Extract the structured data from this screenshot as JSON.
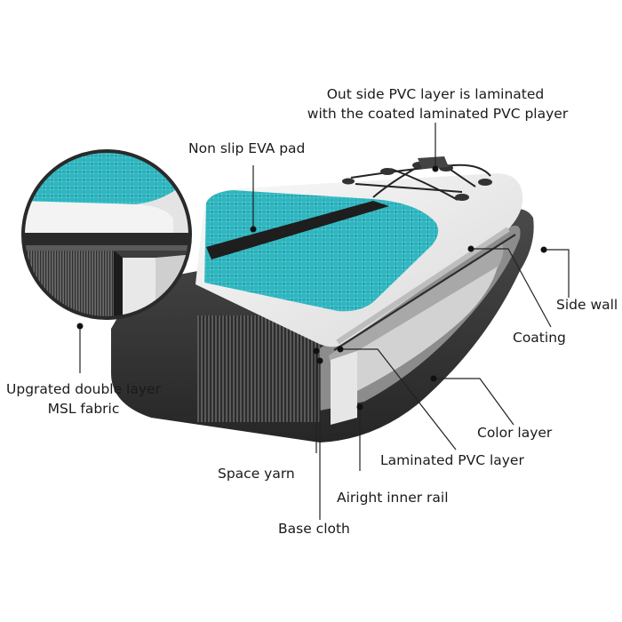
{
  "labels": {
    "outside_pvc_line1": "Out side PVC layer is laminated",
    "outside_pvc_line2": "with the coated laminated PVC player",
    "non_slip": "Non slip EVA pad",
    "side_wall": "Side wall",
    "coating": "Coating",
    "upgraded_line1": "Upgrated double layer",
    "upgraded_line2": "MSL fabric",
    "color_layer": "Color layer",
    "laminated_pvc": "Laminated PVC layer",
    "space_yarn": "Space yarn",
    "airtight_rail": "Airight inner rail",
    "base_cloth": "Base cloth"
  },
  "colors": {
    "teal": "#2fb8c2",
    "teal_dark": "#1f8f99",
    "shell": "#f2f2f2",
    "dark_wall": "#3a3a3a",
    "black_strap": "#1e1e1e",
    "leader": "#222222"
  }
}
